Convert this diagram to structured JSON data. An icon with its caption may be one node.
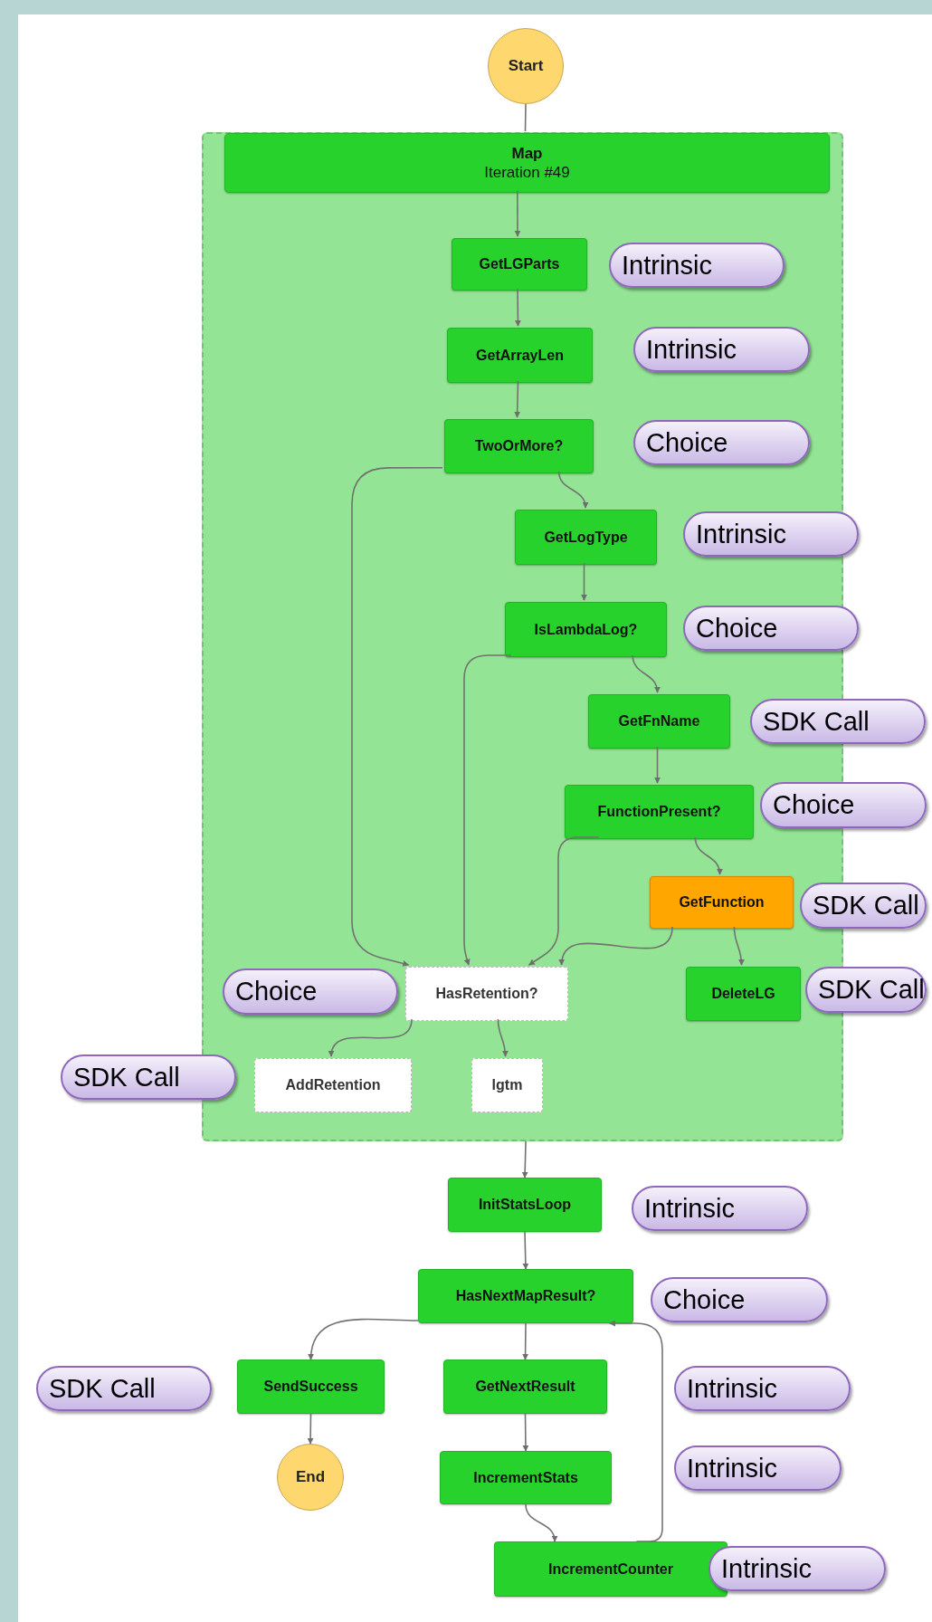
{
  "diagram": {
    "nodes": [
      {
        "text": [
          "Start"
        ]
      },
      {
        "text": [],
        "shape": "box"
      },
      {
        "text": [
          "Map",
          "Iteration #49"
        ],
        "in": 1
      },
      {
        "text": [
          "GetLGParts"
        ],
        "in": 1
      },
      {
        "text": [
          "Intrinsic"
        ],
        "in": 1
      },
      {
        "text": [
          "GetArrayLen"
        ],
        "in": 1
      },
      {
        "text": [
          "Intrinsic"
        ],
        "in": 1
      },
      {
        "text": [
          "TwoOrMore?"
        ],
        "in": 1
      },
      {
        "text": [
          "Choice"
        ],
        "in": 1
      },
      {
        "text": [
          "GetLogType"
        ],
        "in": 1
      },
      {
        "text": [
          "Intrinsic"
        ]
      },
      {
        "text": [
          "IsLambdaLog?"
        ],
        "in": 1
      },
      {
        "text": [
          "Choice"
        ]
      },
      {
        "text": [
          "GetFnName"
        ],
        "in": 1
      },
      {
        "text": [
          "SDK Call"
        ]
      },
      {
        "text": [
          "FunctionPresent?"
        ],
        "in": 1
      },
      {
        "text": [
          "Choice"
        ]
      },
      {
        "text": [
          "GetFunction"
        ],
        "in": 1
      },
      {
        "text": [
          "SDK Call"
        ]
      },
      {
        "text": [
          "Choice"
        ],
        "in": 1
      },
      {
        "text": [
          "HasRetention?"
        ],
        "in": 1
      },
      {
        "text": [
          "DeleteLG"
        ],
        "in": 1
      },
      {
        "text": [
          "SDK Call"
        ]
      },
      {
        "text": [
          "SDK Call"
        ]
      },
      {
        "text": [
          "AddRetention"
        ],
        "in": 1
      },
      {
        "text": [
          "lgtm"
        ],
        "in": 1
      },
      {
        "text": [
          "InitStatsLoop"
        ]
      },
      {
        "text": [
          "Intrinsic"
        ]
      },
      {
        "text": [
          "HasNextMapResult?"
        ]
      },
      {
        "text": [
          "Choice"
        ]
      },
      {
        "text": [
          "SDK Call"
        ]
      },
      {
        "text": [
          "SendSuccess"
        ]
      },
      {
        "text": [
          "GetNextResult"
        ]
      },
      {
        "text": [
          "Intrinsic"
        ]
      },
      {
        "text": [
          "End"
        ]
      },
      {
        "text": [
          "IncrementStats"
        ]
      },
      {
        "text": [
          "Intrinsic"
        ]
      },
      {
        "text": [
          "IncrementCounter"
        ]
      },
      {
        "text": [
          "Intrinsic"
        ]
      }
    ],
    "edges": [
      {
        "from": 0,
        "to": 2,
        "arrow": "none"
      },
      {
        "from": 2,
        "to": 3,
        "arrow": "to"
      },
      {
        "from": 3,
        "to": 5,
        "arrow": "to"
      },
      {
        "from": 5,
        "to": 7,
        "arrow": "to"
      },
      {
        "from": 7,
        "to": 9,
        "arrow": "to"
      },
      {
        "from": 7,
        "to": 20,
        "arrow": "to"
      },
      {
        "from": 9,
        "to": 11,
        "arrow": "to"
      },
      {
        "from": 11,
        "to": 13,
        "arrow": "to"
      },
      {
        "from": 11,
        "to": 20,
        "arrow": "to"
      },
      {
        "from": 13,
        "to": 15,
        "arrow": "to"
      },
      {
        "from": 15,
        "to": 17,
        "arrow": "to"
      },
      {
        "from": 15,
        "to": 20,
        "arrow": "to"
      },
      {
        "from": 17,
        "to": 20,
        "arrow": "to"
      },
      {
        "from": 17,
        "to": 21,
        "arrow": "to"
      },
      {
        "from": 20,
        "to": 24,
        "arrow": "to"
      },
      {
        "from": 20,
        "to": 25,
        "arrow": "to"
      },
      {
        "from": 1,
        "to": 26,
        "arrow": "to"
      },
      {
        "from": 26,
        "to": 28,
        "arrow": "to"
      },
      {
        "from": 28,
        "to": 31,
        "arrow": "to"
      },
      {
        "from": 28,
        "to": 32,
        "arrow": "to"
      },
      {
        "from": 31,
        "to": 34,
        "arrow": "to"
      },
      {
        "from": 32,
        "to": 35,
        "arrow": "to"
      },
      {
        "from": 35,
        "to": 37,
        "arrow": "to"
      },
      {
        "from": 37,
        "to": 28,
        "arrow": "to"
      }
    ]
  }
}
